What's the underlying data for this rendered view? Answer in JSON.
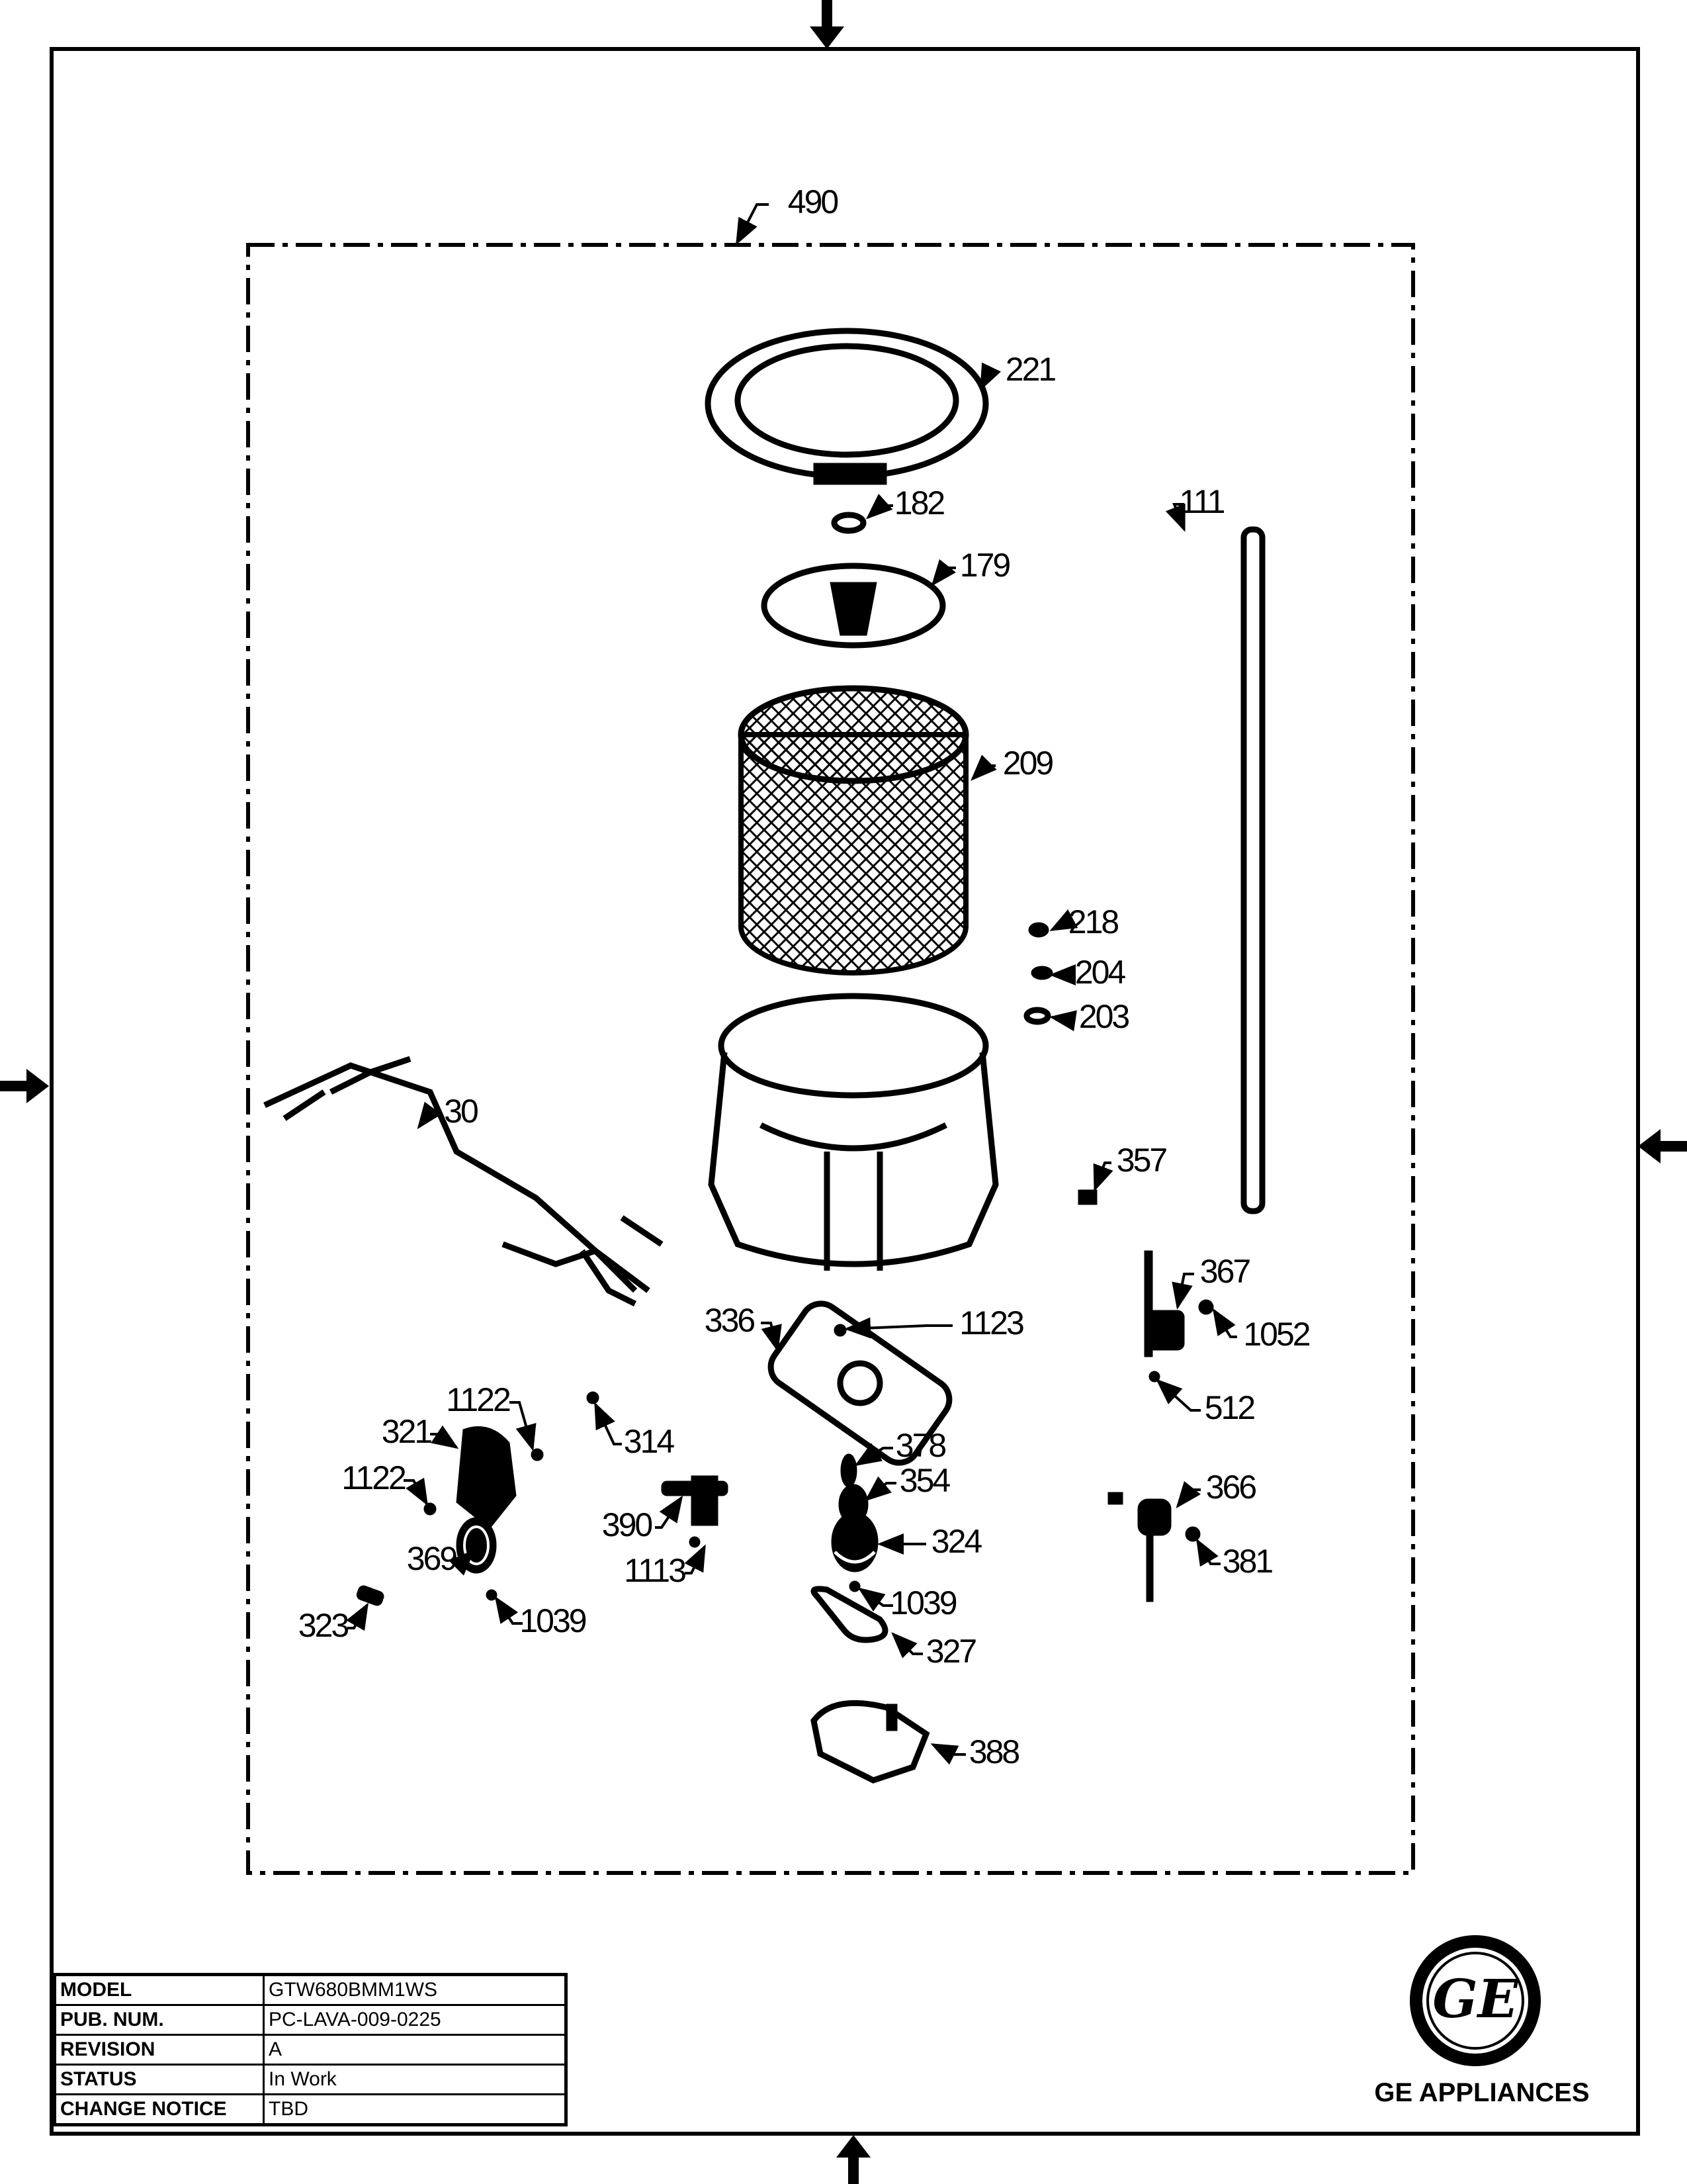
{
  "frame_label": "490",
  "parts": [
    {
      "id": "p221",
      "label": "221"
    },
    {
      "id": "p182",
      "label": "182"
    },
    {
      "id": "p179",
      "label": "179"
    },
    {
      "id": "p209",
      "label": "209"
    },
    {
      "id": "p111",
      "label": "111"
    },
    {
      "id": "p218",
      "label": "218"
    },
    {
      "id": "p204",
      "label": "204"
    },
    {
      "id": "p203",
      "label": "203"
    },
    {
      "id": "p30",
      "label": "30"
    },
    {
      "id": "p357",
      "label": "357"
    },
    {
      "id": "p367",
      "label": "367"
    },
    {
      "id": "p1052",
      "label": "1052"
    },
    {
      "id": "p1123",
      "label": "1123"
    },
    {
      "id": "p336",
      "label": "336"
    },
    {
      "id": "p512",
      "label": "512"
    },
    {
      "id": "p1122a",
      "label": "1122"
    },
    {
      "id": "p321",
      "label": "321"
    },
    {
      "id": "p314",
      "label": "314"
    },
    {
      "id": "p378",
      "label": "378"
    },
    {
      "id": "p1122b",
      "label": "1122"
    },
    {
      "id": "p354",
      "label": "354"
    },
    {
      "id": "p366",
      "label": "366"
    },
    {
      "id": "p390",
      "label": "390"
    },
    {
      "id": "p324",
      "label": "324"
    },
    {
      "id": "p381",
      "label": "381"
    },
    {
      "id": "p369",
      "label": "369"
    },
    {
      "id": "p1113",
      "label": "1113"
    },
    {
      "id": "p1039a",
      "label": "1039"
    },
    {
      "id": "p323",
      "label": "323"
    },
    {
      "id": "p1039b",
      "label": "1039"
    },
    {
      "id": "p327",
      "label": "327"
    },
    {
      "id": "p388",
      "label": "388"
    }
  ],
  "title_block": {
    "rows": [
      {
        "key": "MODEL",
        "value": "GTW680BMM1WS"
      },
      {
        "key": "PUB. NUM.",
        "value": "PC-LAVA-009-0225"
      },
      {
        "key": "REVISION",
        "value": "A"
      },
      {
        "key": "STATUS",
        "value": "In Work"
      },
      {
        "key": "CHANGE NOTICE",
        "value": "TBD"
      }
    ]
  },
  "brand": {
    "logo_text": "GE",
    "name": "GE APPLIANCES"
  }
}
